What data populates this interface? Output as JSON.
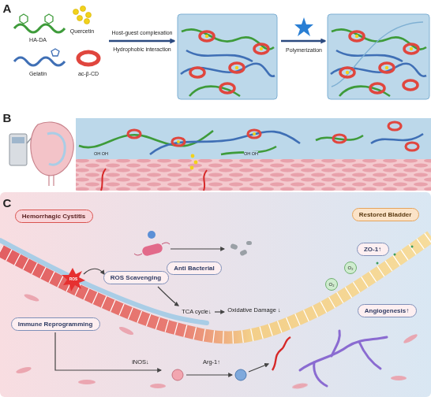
{
  "diagram": {
    "nodes": [
      {
        "text": [
          "Hemorrhagic Cystitis"
        ]
      },
      {
        "text": [
          "Restored Bladder"
        ]
      },
      {
        "text": [
          "Anti Bacterial"
        ]
      },
      {
        "text": [
          "ZO-1↑"
        ]
      },
      {
        "text": [
          "ROS Scavenging"
        ]
      },
      {
        "text": [
          "Angiogenesis↑"
        ]
      },
      {
        "text": [
          "Immune Reprogramming"
        ]
      }
    ],
    "labels": [
      "A",
      "HA-DA",
      "Quercetin",
      "Gelatin",
      "ac-β-CD",
      "Host-guest complexation",
      "Hydrophobic interaction",
      "Polymerization",
      "B",
      "OH OH",
      "OH OH",
      "C",
      "ROS",
      "TCA cycle↓",
      "Oxidative Damage ↓",
      "O₂",
      "O₂",
      "iNOS↓",
      "Arg-1↑"
    ]
  }
}
